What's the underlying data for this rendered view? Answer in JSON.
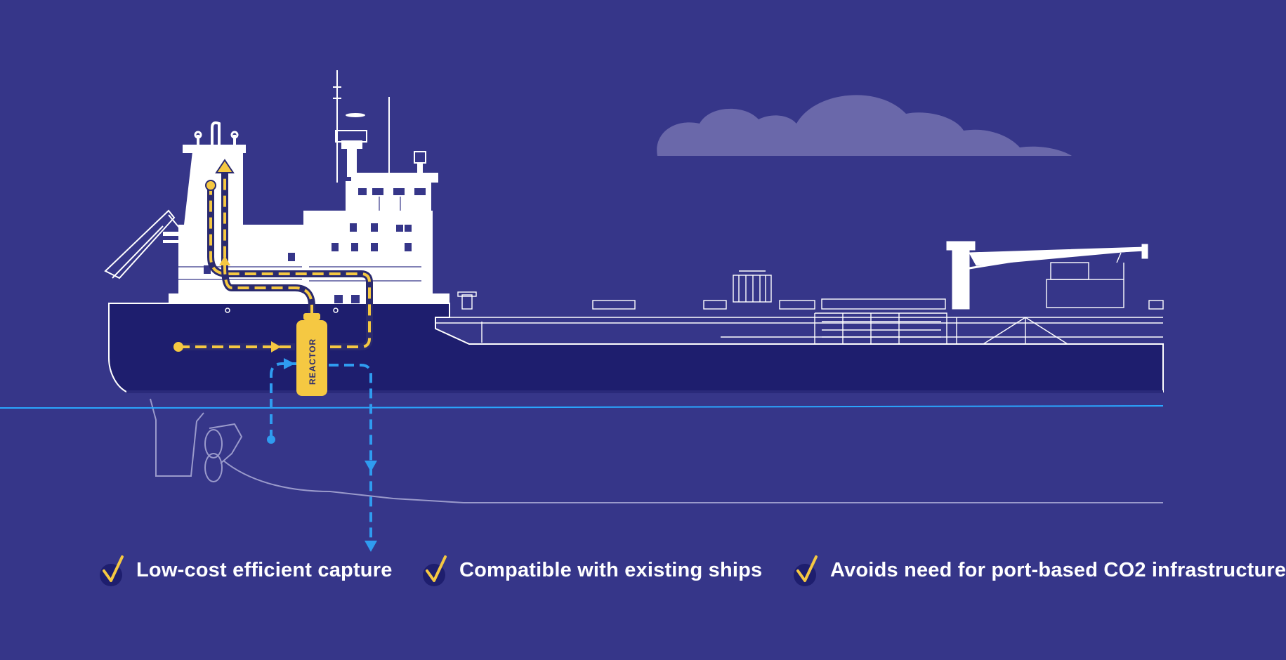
{
  "diagram": {
    "reactor_label": "REACTOR",
    "colors": {
      "background": "#363689",
      "hull": "#1e1e6e",
      "ship_white": "#ffffff",
      "exhaust_flow": "#f5c842",
      "water_flow": "#2f9cf0",
      "waterline": "#2aa7ff",
      "cloud": "#6a68aa"
    }
  },
  "features": [
    {
      "label": "Low-cost efficient capture",
      "icon": "check-icon"
    },
    {
      "label": "Compatible with existing ships",
      "icon": "check-icon"
    },
    {
      "label": "Avoids need for port-based CO2 infrastructure",
      "icon": "check-icon"
    }
  ]
}
